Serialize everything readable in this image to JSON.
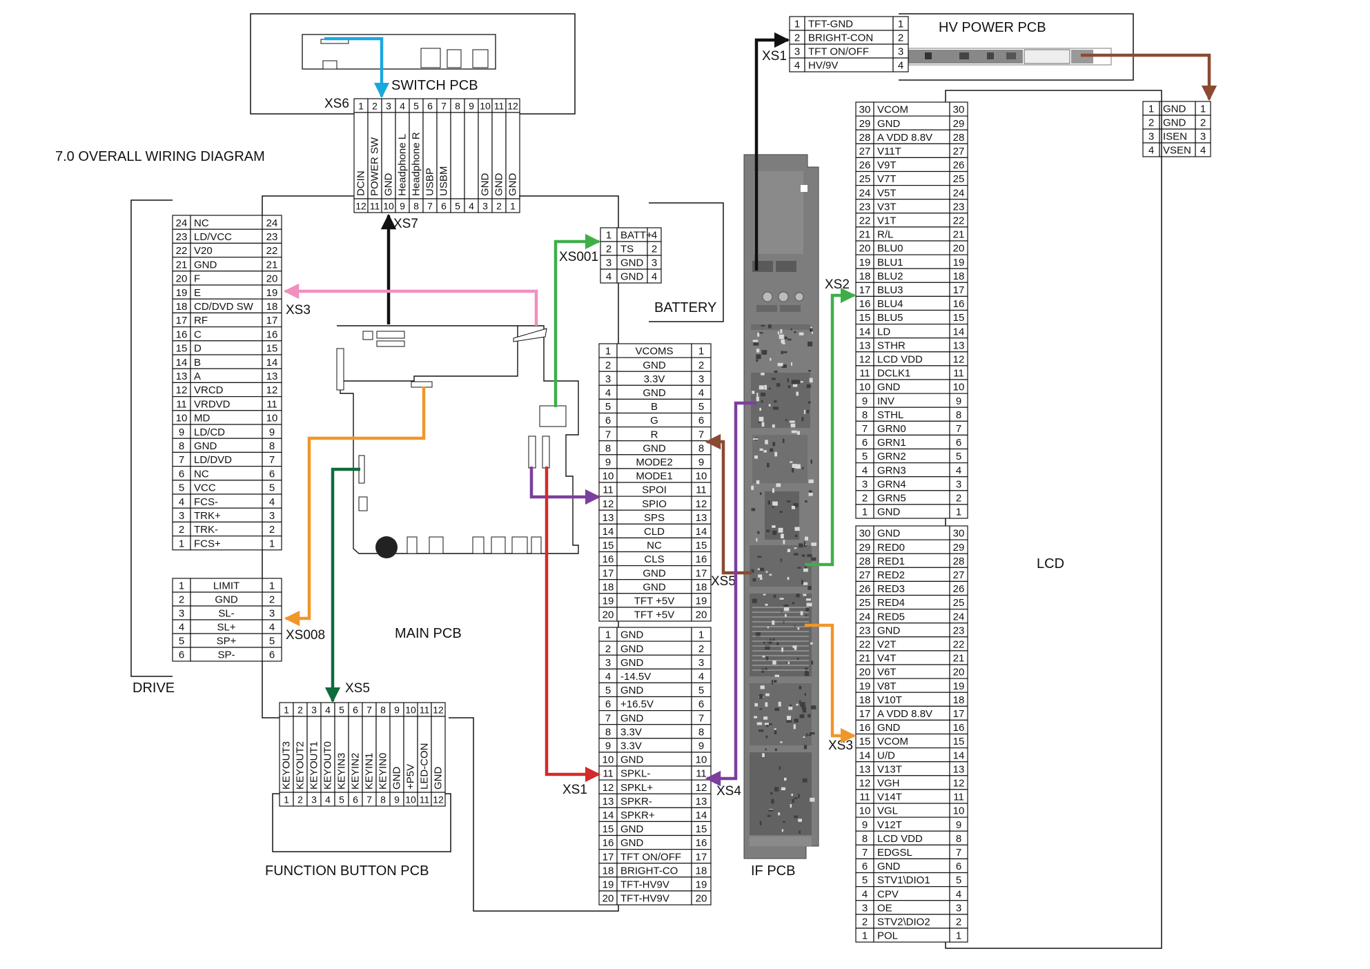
{
  "title": "7.0 OVERALL WIRING DIAGRAM",
  "colors": {
    "black": "#111111",
    "cyan": "#1aa7e0",
    "green": "#3fae49",
    "pink": "#f08fc0",
    "orange": "#f0962a",
    "darkgreen": "#0f6a3c",
    "purple": "#7b3f9e",
    "red": "#d42a2a",
    "brown": "#8b4a32",
    "board": "#7d7d7d"
  },
  "boards": {
    "switch_pcb": "SWITCH PCB",
    "main_pcb": "MAIN PCB",
    "drive": "DRIVE",
    "battery": "BATTERY",
    "function_button_pcb": "FUNCTION BUTTON PCB",
    "if_pcb": "IF PCB",
    "hv_power_pcb": "HV POWER PCB",
    "lcd": "LCD"
  },
  "connectors": {
    "xs6": {
      "name": "XS6",
      "numbers": [
        "1",
        "2",
        "3",
        "4",
        "5",
        "6",
        "7",
        "8",
        "9",
        "10",
        "11",
        "12"
      ]
    },
    "xs7": {
      "name": "XS7",
      "signals": [
        "DCIN",
        "POWER SW",
        "GND",
        "Headphone L",
        "Headphone R",
        "USBP",
        "USBM",
        "",
        "",
        "GND",
        "GND",
        "GND"
      ],
      "numbers": [
        "12",
        "11",
        "10",
        "9",
        "8",
        "7",
        "6",
        "5",
        "4",
        "3",
        "2",
        "1"
      ]
    },
    "xs3_drive": {
      "name": "XS3",
      "rows": [
        {
          "l": "24",
          "s": "NC",
          "r": "24"
        },
        {
          "l": "23",
          "s": "LD/VCC",
          "r": "23"
        },
        {
          "l": "22",
          "s": "V20",
          "r": "22"
        },
        {
          "l": "21",
          "s": "GND",
          "r": "21"
        },
        {
          "l": "20",
          "s": "F",
          "r": "20"
        },
        {
          "l": "19",
          "s": "E",
          "r": "19"
        },
        {
          "l": "18",
          "s": "CD/DVD SW",
          "r": "18"
        },
        {
          "l": "17",
          "s": "RF",
          "r": "17"
        },
        {
          "l": "16",
          "s": "C",
          "r": "16"
        },
        {
          "l": "15",
          "s": "D",
          "r": "15"
        },
        {
          "l": "14",
          "s": "B",
          "r": "14"
        },
        {
          "l": "13",
          "s": "A",
          "r": "13"
        },
        {
          "l": "12",
          "s": "VRCD",
          "r": "12"
        },
        {
          "l": "11",
          "s": "VRDVD",
          "r": "11"
        },
        {
          "l": "10",
          "s": "MD",
          "r": "10"
        },
        {
          "l": "9",
          "s": "LD/CD",
          "r": "9"
        },
        {
          "l": "8",
          "s": "GND",
          "r": "8"
        },
        {
          "l": "7",
          "s": "LD/DVD",
          "r": "7"
        },
        {
          "l": "6",
          "s": "NC",
          "r": "6"
        },
        {
          "l": "5",
          "s": "VCC",
          "r": "5"
        },
        {
          "l": "4",
          "s": "FCS-",
          "r": "4"
        },
        {
          "l": "3",
          "s": "TRK+",
          "r": "3"
        },
        {
          "l": "2",
          "s": "TRK-",
          "r": "2"
        },
        {
          "l": "1",
          "s": "FCS+",
          "r": "1"
        }
      ]
    },
    "xs008": {
      "name": "XS008",
      "rows": [
        {
          "l": "1",
          "s": "LIMIT",
          "r": "1"
        },
        {
          "l": "2",
          "s": "GND",
          "r": "2"
        },
        {
          "l": "3",
          "s": "SL-",
          "r": "3"
        },
        {
          "l": "4",
          "s": "SL+",
          "r": "4"
        },
        {
          "l": "5",
          "s": "SP+",
          "r": "5"
        },
        {
          "l": "6",
          "s": "SP-",
          "r": "6"
        }
      ]
    },
    "xs001": {
      "name": "XS001",
      "rows": [
        {
          "l": "1",
          "s": "BATT+",
          "r": "4"
        },
        {
          "l": "2",
          "s": "TS",
          "r": "2"
        },
        {
          "l": "3",
          "s": "GND",
          "r": "3"
        },
        {
          "l": "4",
          "s": "GND",
          "r": "4"
        }
      ]
    },
    "xs5_main": {
      "name": "XS5",
      "numbers": [
        "1",
        "2",
        "3",
        "4",
        "5",
        "6",
        "7",
        "8",
        "9",
        "10",
        "11",
        "12"
      ],
      "signals": [
        "KEYOUT3",
        "KEYOUT2",
        "KEYOUT1",
        "KEYOUT0",
        "KEYIN3",
        "KEYIN2",
        "KEYIN1",
        "KEYIN0",
        "GND",
        "+P5V",
        "LED-CON",
        "GND"
      ],
      "numbers_bottom": [
        "1",
        "2",
        "3",
        "4",
        "5",
        "6",
        "7",
        "8",
        "9",
        "10",
        "11",
        "12"
      ]
    },
    "xs5_if": {
      "name": "XS5",
      "rows": [
        {
          "l": "1",
          "s": "VCOMS",
          "r": "1"
        },
        {
          "l": "2",
          "s": "GND",
          "r": "2"
        },
        {
          "l": "3",
          "s": "3.3V",
          "r": "3"
        },
        {
          "l": "4",
          "s": "GND",
          "r": "4"
        },
        {
          "l": "5",
          "s": "B",
          "r": "5"
        },
        {
          "l": "6",
          "s": "G",
          "r": "6"
        },
        {
          "l": "7",
          "s": "R",
          "r": "7"
        },
        {
          "l": "8",
          "s": "GND",
          "r": "8"
        },
        {
          "l": "9",
          "s": "MODE2",
          "r": "9"
        },
        {
          "l": "10",
          "s": "MODE1",
          "r": "10"
        },
        {
          "l": "11",
          "s": "SPOI",
          "r": "11"
        },
        {
          "l": "12",
          "s": "SPIO",
          "r": "12"
        },
        {
          "l": "13",
          "s": "SPS",
          "r": "13"
        },
        {
          "l": "14",
          "s": "CLD",
          "r": "14"
        },
        {
          "l": "15",
          "s": "NC",
          "r": "15"
        },
        {
          "l": "16",
          "s": "CLS",
          "r": "16"
        },
        {
          "l": "17",
          "s": "GND",
          "r": "17"
        },
        {
          "l": "18",
          "s": "GND",
          "r": "18"
        },
        {
          "l": "19",
          "s": "TFT +5V",
          "r": "19"
        },
        {
          "l": "20",
          "s": "TFT +5V",
          "r": "20"
        }
      ]
    },
    "xs1_main": {
      "name": "XS1",
      "rows": [
        {
          "l": "1",
          "s": "GND",
          "r": "1"
        },
        {
          "l": "2",
          "s": "GND",
          "r": "2"
        },
        {
          "l": "3",
          "s": "GND",
          "r": "3"
        },
        {
          "l": "4",
          "s": "-14.5V",
          "r": "4"
        },
        {
          "l": "5",
          "s": "GND",
          "r": "5"
        },
        {
          "l": "6",
          "s": "+16.5V",
          "r": "6"
        },
        {
          "l": "7",
          "s": "GND",
          "r": "7"
        },
        {
          "l": "8",
          "s": "3.3V",
          "r": "8"
        },
        {
          "l": "9",
          "s": "3.3V",
          "r": "9"
        },
        {
          "l": "10",
          "s": "GND",
          "r": "10"
        },
        {
          "l": "11",
          "s": "SPKL-",
          "r": "11"
        },
        {
          "l": "12",
          "s": "SPKL+",
          "r": "12"
        },
        {
          "l": "13",
          "s": "SPKR-",
          "r": "13"
        },
        {
          "l": "14",
          "s": "SPKR+",
          "r": "14"
        },
        {
          "l": "15",
          "s": "GND",
          "r": "15"
        },
        {
          "l": "16",
          "s": "GND",
          "r": "16"
        },
        {
          "l": "17",
          "s": "TFT ON/OFF",
          "r": "17"
        },
        {
          "l": "18",
          "s": "BRIGHT-CO",
          "r": "18"
        },
        {
          "l": "19",
          "s": "TFT-HV9V",
          "r": "19"
        },
        {
          "l": "20",
          "s": "TFT-HV9V",
          "r": "20"
        }
      ]
    },
    "xs4": {
      "name": "XS4"
    },
    "xs1_hv": {
      "name": "XS1",
      "rows": [
        {
          "l": "1",
          "s": "TFT-GND",
          "r": "1"
        },
        {
          "l": "2",
          "s": "BRIGHT-CON",
          "r": "2"
        },
        {
          "l": "3",
          "s": "TFT ON/OFF",
          "r": "3"
        },
        {
          "l": "4",
          "s": "HV/9V",
          "r": "4"
        }
      ]
    },
    "hv_out": {
      "rows": [
        {
          "l": "1",
          "s": "GND",
          "r": "1"
        },
        {
          "l": "2",
          "s": "GND",
          "r": "2"
        },
        {
          "l": "3",
          "s": "ISEN",
          "r": "3"
        },
        {
          "l": "4",
          "s": "VSEN",
          "r": "4"
        }
      ]
    },
    "xs2": {
      "name": "XS2",
      "rows": [
        {
          "l": "30",
          "s": "VCOM",
          "r": "30"
        },
        {
          "l": "29",
          "s": "GND",
          "r": "29"
        },
        {
          "l": "28",
          "s": "A VDD 8.8V",
          "r": "28"
        },
        {
          "l": "27",
          "s": "V11T",
          "r": "27"
        },
        {
          "l": "26",
          "s": "V9T",
          "r": "26"
        },
        {
          "l": "25",
          "s": "V7T",
          "r": "25"
        },
        {
          "l": "24",
          "s": "V5T",
          "r": "24"
        },
        {
          "l": "23",
          "s": "V3T",
          "r": "23"
        },
        {
          "l": "22",
          "s": "V1T",
          "r": "22"
        },
        {
          "l": "21",
          "s": "R/L",
          "r": "21"
        },
        {
          "l": "20",
          "s": "BLU0",
          "r": "20"
        },
        {
          "l": "19",
          "s": "BLU1",
          "r": "19"
        },
        {
          "l": "18",
          "s": "BLU2",
          "r": "18"
        },
        {
          "l": "17",
          "s": "BLU3",
          "r": "17"
        },
        {
          "l": "16",
          "s": "BLU4",
          "r": "16"
        },
        {
          "l": "15",
          "s": "BLU5",
          "r": "15"
        },
        {
          "l": "14",
          "s": "LD",
          "r": "14"
        },
        {
          "l": "13",
          "s": "STHR",
          "r": "13"
        },
        {
          "l": "12",
          "s": "LCD VDD",
          "r": "12"
        },
        {
          "l": "11",
          "s": "DCLK1",
          "r": "11"
        },
        {
          "l": "10",
          "s": "GND",
          "r": "10"
        },
        {
          "l": "9",
          "s": "INV",
          "r": "9"
        },
        {
          "l": "8",
          "s": "STHL",
          "r": "8"
        },
        {
          "l": "7",
          "s": "GRN0",
          "r": "7"
        },
        {
          "l": "6",
          "s": "GRN1",
          "r": "6"
        },
        {
          "l": "5",
          "s": "GRN2",
          "r": "5"
        },
        {
          "l": "4",
          "s": "GRN3",
          "r": "4"
        },
        {
          "l": "3",
          "s": "GRN4",
          "r": "3"
        },
        {
          "l": "2",
          "s": "GRN5",
          "r": "2"
        },
        {
          "l": "1",
          "s": "GND",
          "r": "1"
        }
      ]
    },
    "xs3_lcd": {
      "name": "XS3",
      "rows": [
        {
          "l": "30",
          "s": "GND",
          "r": "30"
        },
        {
          "l": "29",
          "s": "RED0",
          "r": "29"
        },
        {
          "l": "28",
          "s": "RED1",
          "r": "28"
        },
        {
          "l": "27",
          "s": "RED2",
          "r": "27"
        },
        {
          "l": "26",
          "s": "RED3",
          "r": "26"
        },
        {
          "l": "25",
          "s": "RED4",
          "r": "25"
        },
        {
          "l": "24",
          "s": "RED5",
          "r": "24"
        },
        {
          "l": "23",
          "s": "GND",
          "r": "23"
        },
        {
          "l": "22",
          "s": "V2T",
          "r": "22"
        },
        {
          "l": "21",
          "s": "V4T",
          "r": "21"
        },
        {
          "l": "20",
          "s": "V6T",
          "r": "20"
        },
        {
          "l": "19",
          "s": "V8T",
          "r": "19"
        },
        {
          "l": "18",
          "s": "V10T",
          "r": "18"
        },
        {
          "l": "17",
          "s": "A VDD 8.8V",
          "r": "17"
        },
        {
          "l": "16",
          "s": "GND",
          "r": "16"
        },
        {
          "l": "15",
          "s": "VCOM",
          "r": "15"
        },
        {
          "l": "14",
          "s": "U/D",
          "r": "14"
        },
        {
          "l": "13",
          "s": "V13T",
          "r": "13"
        },
        {
          "l": "12",
          "s": "VGH",
          "r": "12"
        },
        {
          "l": "11",
          "s": "V14T",
          "r": "11"
        },
        {
          "l": "10",
          "s": "VGL",
          "r": "10"
        },
        {
          "l": "9",
          "s": "V12T",
          "r": "9"
        },
        {
          "l": "8",
          "s": "LCD VDD",
          "r": "8"
        },
        {
          "l": "7",
          "s": "EDGSL",
          "r": "7"
        },
        {
          "l": "6",
          "s": "GND",
          "r": "6"
        },
        {
          "l": "5",
          "s": "STV1\\DIO1",
          "r": "5"
        },
        {
          "l": "4",
          "s": "CPV",
          "r": "4"
        },
        {
          "l": "3",
          "s": "OE",
          "r": "3"
        },
        {
          "l": "2",
          "s": "STV2\\DIO2",
          "r": "2"
        },
        {
          "l": "1",
          "s": "POL",
          "r": "1"
        }
      ]
    }
  }
}
